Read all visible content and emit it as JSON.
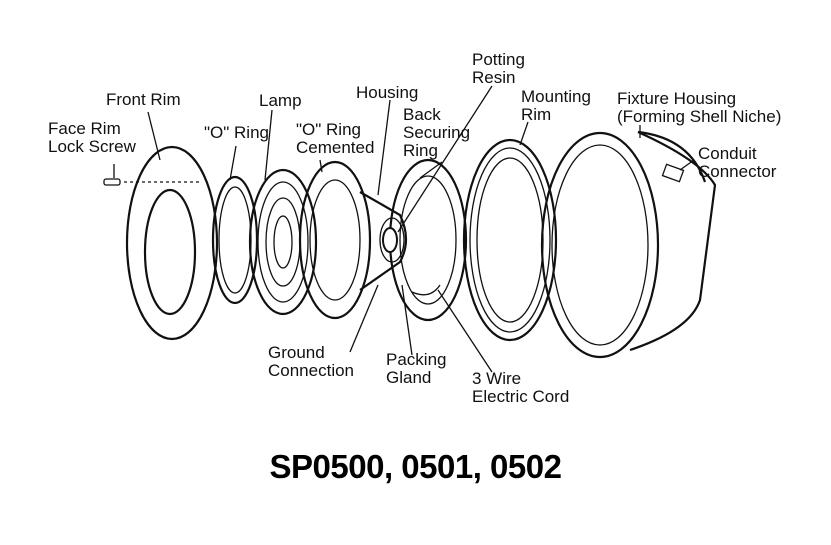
{
  "diagram": {
    "labels": {
      "face_rim_lock_screw": "Face Rim\nLock Screw",
      "front_rim": "Front Rim",
      "o_ring": "\"O\" Ring",
      "lamp": "Lamp",
      "o_ring_cemented": "\"O\" Ring\nCemented",
      "housing": "Housing",
      "back_securing_ring": "Back\nSecuring\nRing",
      "potting_resin": "Potting\nResin",
      "mounting_rim": "Mounting\nRim",
      "fixture_housing": "Fixture Housing\n(Forming Shell Niche)",
      "conduit_connector": "Conduit\nConnector",
      "ground_connection": "Ground\nConnection",
      "packing_gland": "Packing\nGland",
      "three_wire_cord": "3 Wire\nElectric Cord"
    },
    "model_numbers": "SP0500, 0501, 0502"
  }
}
